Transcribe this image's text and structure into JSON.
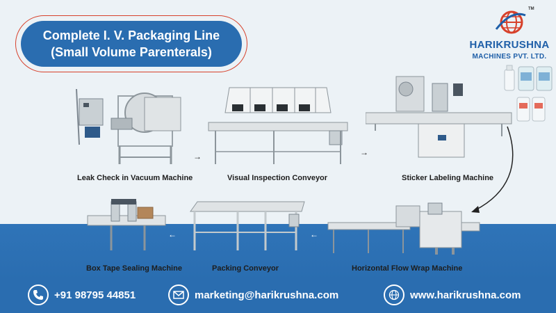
{
  "title": {
    "line1": "Complete I. V. Packaging Line",
    "line2": "(Small Volume Parenterals)"
  },
  "logo": {
    "name": "HARIKRUSHNA",
    "subtitle": "MACHINES PVT. LTD.",
    "trademark": "TM"
  },
  "machines": [
    {
      "caption": "Leak Check in Vacuum Machine"
    },
    {
      "caption": "Visual Inspection Conveyor"
    },
    {
      "caption": "Sticker Labeling  Machine"
    },
    {
      "caption": "Horizontal Flow Wrap Machine"
    },
    {
      "caption": "Packing  Conveyor"
    },
    {
      "caption": "Box Tape Sealing Machine"
    }
  ],
  "arrows": {
    "right": "→",
    "left": "←"
  },
  "contacts": {
    "phone": {
      "icon": "phone-icon",
      "text": "+91 98795 44851"
    },
    "email": {
      "icon": "mail-icon",
      "text": "marketing@harikrushna.com"
    },
    "web": {
      "icon": "globe-icon",
      "text": "www.harikrushna.com"
    }
  },
  "colors": {
    "brand_blue": "#2a6db0",
    "accent_red": "#d7412b",
    "background": "#ecf2f6"
  }
}
